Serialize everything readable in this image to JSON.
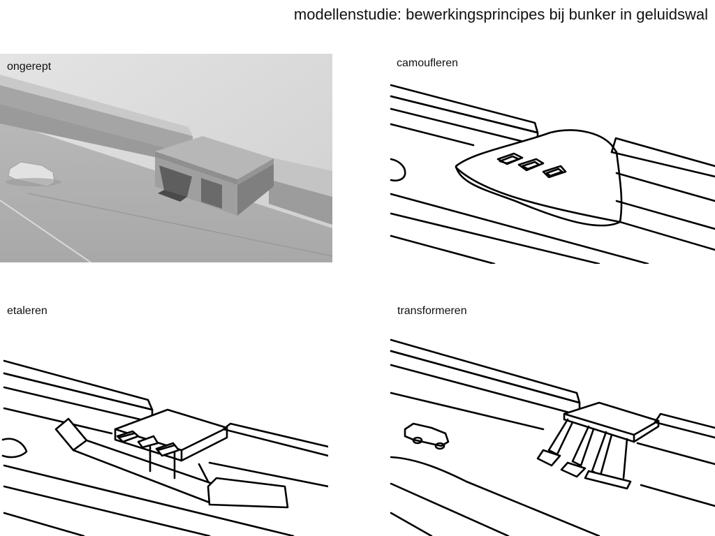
{
  "page": {
    "title": "modellenstudie: bewerkingsprincipes bij bunker in geluidswal"
  },
  "panels": {
    "ongerept": {
      "label": "ongerept"
    },
    "camoufleren": {
      "label": "camoufleren"
    },
    "etaleren": {
      "label": "etaleren"
    },
    "transformeren": {
      "label": "transformeren"
    }
  },
  "colors": {
    "ink": "#000000",
    "photo_light": "#dcdcdc",
    "photo_mid": "#b5b5b5",
    "photo_dark": "#7c7c7c"
  }
}
